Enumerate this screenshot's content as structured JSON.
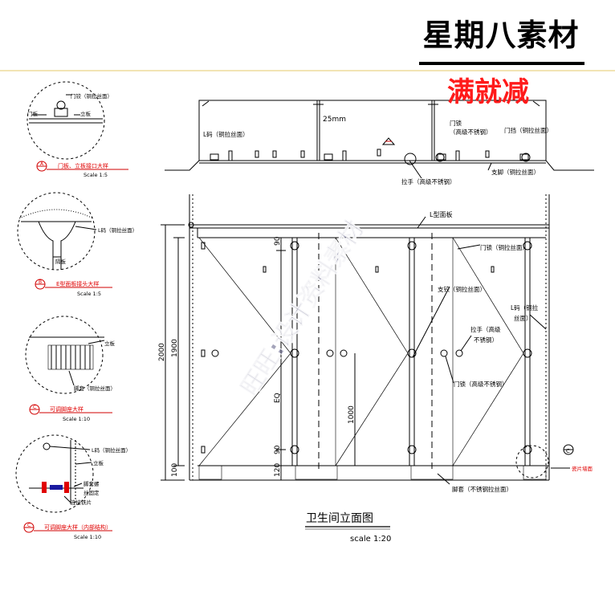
{
  "brand": {
    "title": "星期八素材",
    "promo": "满就减"
  },
  "watermark": "旺旺:设计资料素材",
  "plan": {
    "dim_25mm": "25mm",
    "l_code": "L码（铜拉丝面）",
    "door_lock_l1": "门锁",
    "door_lock_l2": "（高级不锈钢）",
    "door_stop": "门挡（铜拉丝面）",
    "handle": "拉手（高级不锈钢）",
    "stand_foot": "支脚（铜拉丝面）"
  },
  "elevation": {
    "top_label": "L型面板",
    "lock": "门锁（铜拉丝面）",
    "hinge": "支铰（铜拉丝面）",
    "l_code_l1": "L码（铜拉",
    "l_code_l2": "丝面）",
    "handle_l1": "拉手（高级",
    "handle_l2": "不锈钢）",
    "door_lock": "门锁（高级不锈钢）",
    "foot": "脚套（不锈钢拉丝面）",
    "wall_label": "瓷片墙面",
    "dim_1900": "1900",
    "dim_2000": "2000",
    "dim_100": "100",
    "dim_120": "120",
    "dim_90a": "90",
    "dim_90b": "90",
    "dim_eq": "EQ",
    "dim_1000": "1000",
    "title": "卫生间立面图",
    "scale": "scale 1:20"
  },
  "details": [
    {
      "mark": "A",
      "label": "门板、立板接口大样",
      "scale": "Scale 1:5",
      "note1": "门铰（铜拉丝面）",
      "note2": "门板",
      "note3": "立板"
    },
    {
      "mark": "B",
      "label": "E型面板接头大样",
      "scale": "Scale 1:5",
      "note1": "L码（铜拉丝面）",
      "note2": "隔板"
    },
    {
      "mark": "C",
      "label": "可调脚座大样",
      "scale": "Scale 1:10",
      "note1": "立板",
      "note2": "脚套（铜拉丝面）"
    },
    {
      "mark": "C",
      "label": "可调脚座大样（内部结构）",
      "scale": "Scale 1:10",
      "note1": "L码（铜拉丝面）",
      "note2": "立板",
      "note3": "脚套螺",
      "note4": "丝固定",
      "note5": "连接铁片"
    }
  ],
  "callout_c": "C"
}
